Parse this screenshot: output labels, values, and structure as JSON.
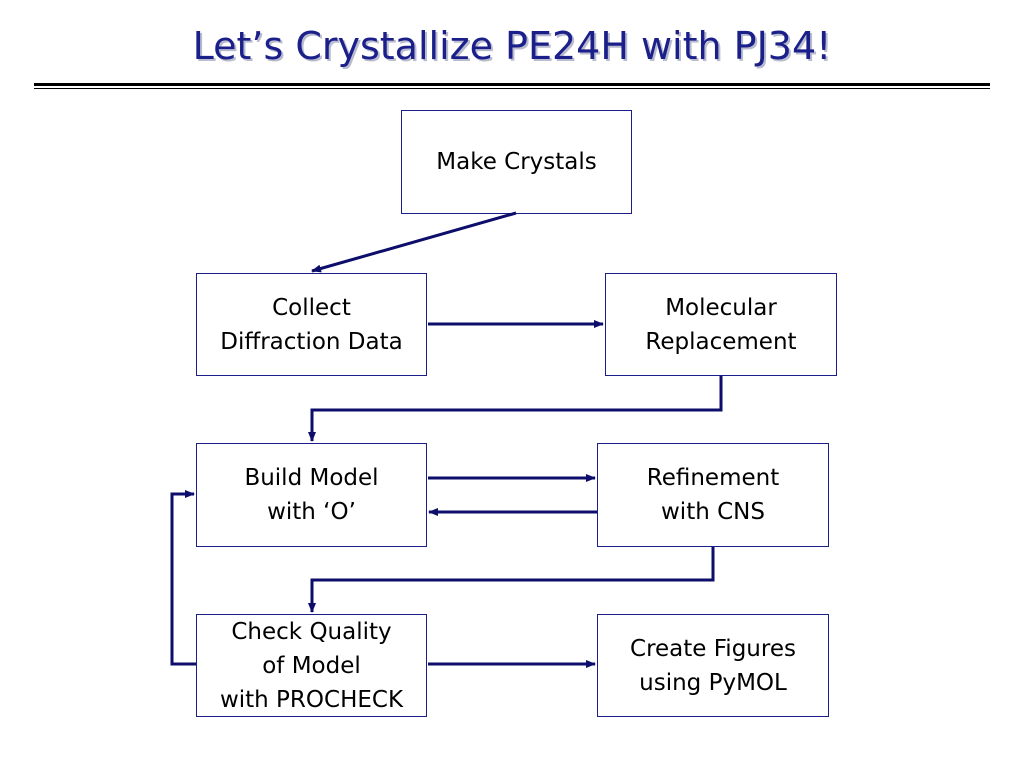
{
  "title": "Let’s Crystallize PE24H with PJ34!",
  "colors": {
    "title": "#1b1f8a",
    "arrow": "#0d0d6b",
    "box_border": "#1b1f8a"
  },
  "nodes": {
    "make_crystals": [
      "Make Crystals"
    ],
    "collect_data": [
      "Collect",
      "Diffraction Data"
    ],
    "molecular_replacement": [
      "Molecular",
      "Replacement"
    ],
    "build_model": [
      "Build Model",
      "with ‘O’"
    ],
    "refinement": [
      "Refinement",
      "with CNS"
    ],
    "check_quality": [
      "Check Quality",
      "of Model",
      "with PROCHECK"
    ],
    "create_figures": [
      "Create Figures",
      "using PyMOL"
    ]
  }
}
